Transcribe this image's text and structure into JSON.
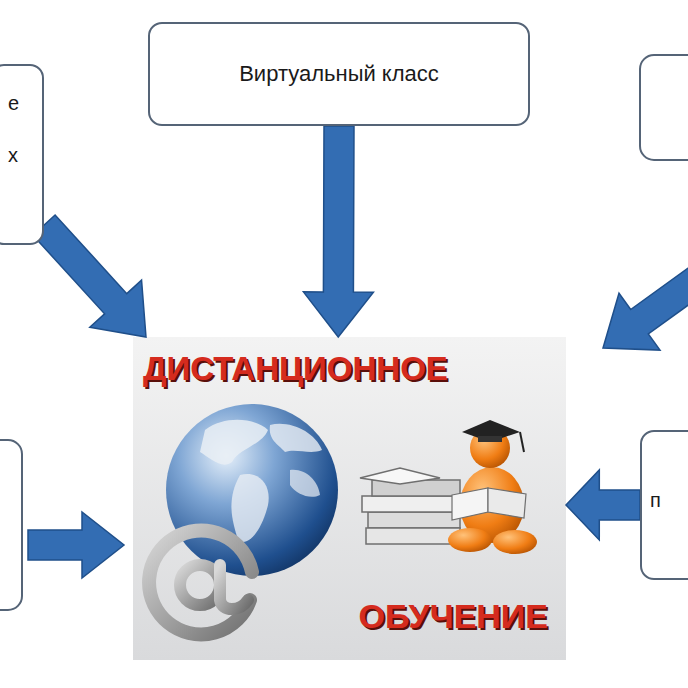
{
  "diagram": {
    "nodes": [
      {
        "text": [
          "Виртуальный класс"
        ]
      },
      {
        "text": [
          "е х"
        ]
      },
      {
        "text": [
          "ДИСТАНЦИОННОЕ",
          "ОБУЧЕНИЕ"
        ]
      },
      {
        "text": [
          "п"
        ]
      }
    ],
    "edges": [
      {
        "from": 0,
        "to": 2,
        "arrow": "to"
      },
      {
        "from": 1,
        "to": 2,
        "arrow": "to"
      },
      {
        "from": 3,
        "to": 2,
        "arrow": "to"
      }
    ]
  }
}
